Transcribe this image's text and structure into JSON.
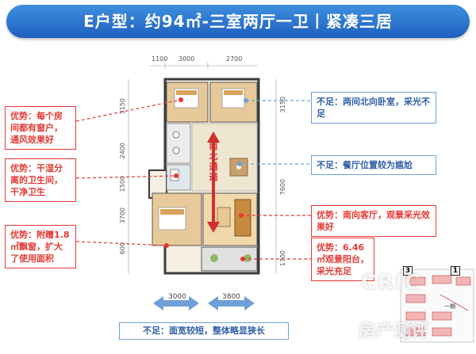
{
  "title": "E户型：约94㎡-三室两厅一卫丨紧凑三居",
  "dimensions": {
    "top": [
      "1100",
      "3000",
      "2700"
    ],
    "left": [
      "3150",
      "2400",
      "1500",
      "3700",
      "600"
    ],
    "right": [
      "3150",
      "7600",
      "1700"
    ],
    "bottom": [
      "3000",
      "3800"
    ]
  },
  "corridor_label": "南北通透",
  "callouts_left": [
    "优势：每个房间都有窗户，通风效果好",
    "优势：干湿分离的卫生间，干净卫生",
    "优势：附赠1.8㎡飘窗，扩大了使用面积"
  ],
  "callouts_right": [
    "不足：两间北向卧室，采光不足",
    "不足：餐厅位置较为尴尬",
    "优势：南向客厅，观景采光效果好",
    "优势：6.46㎡观景阳台，采光充足"
  ],
  "bottom_note": "不足：面宽较短，整体略显狭长",
  "site_plan_markers": [
    "3",
    "1"
  ],
  "site_plan_label": "一期",
  "watermark": "CRIC",
  "watermark_sub": "房产测评",
  "colors": {
    "title_bar": "#2a72d0",
    "advantage": "#e53935",
    "disadvantage": "#2f5fa8",
    "arrow": "#6ea0d8"
  }
}
